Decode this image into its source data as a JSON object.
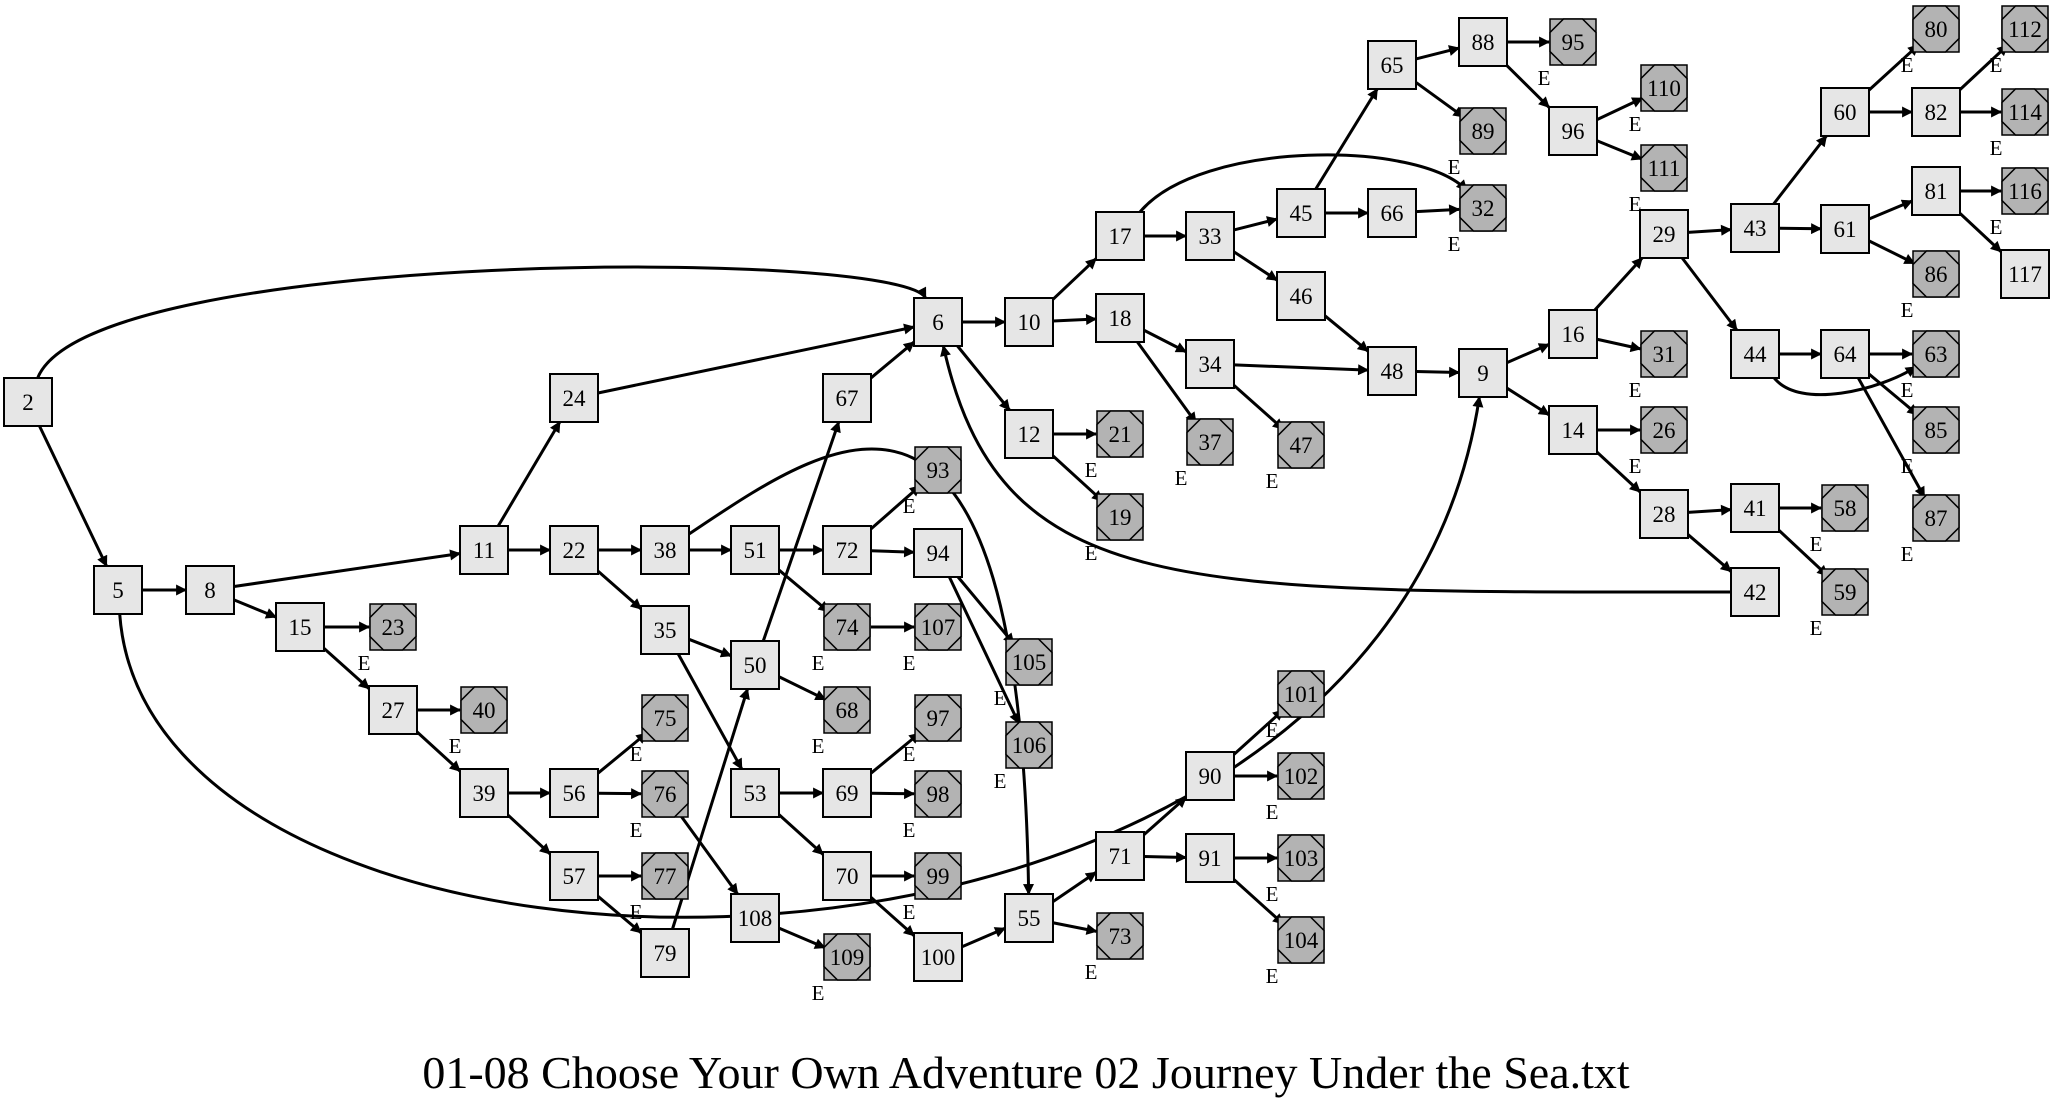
{
  "caption": "01-08 Choose Your Own Adventure 02 Journey Under the Sea.txt",
  "end_marker": "E",
  "colors": {
    "box_fill": "#e6e6e6",
    "ending_fill": "#b3b3b3",
    "stroke": "#000000",
    "background": "#ffffff"
  },
  "nodes": [
    {
      "id": "2",
      "shape": "box"
    },
    {
      "id": "5",
      "shape": "box"
    },
    {
      "id": "8",
      "shape": "box"
    },
    {
      "id": "15",
      "shape": "box"
    },
    {
      "id": "23",
      "shape": "ending"
    },
    {
      "id": "27",
      "shape": "box"
    },
    {
      "id": "40",
      "shape": "ending"
    },
    {
      "id": "39",
      "shape": "box"
    },
    {
      "id": "56",
      "shape": "box"
    },
    {
      "id": "57",
      "shape": "box"
    },
    {
      "id": "75",
      "shape": "ending"
    },
    {
      "id": "76",
      "shape": "ending"
    },
    {
      "id": "77",
      "shape": "ending"
    },
    {
      "id": "79",
      "shape": "box"
    },
    {
      "id": "11",
      "shape": "box"
    },
    {
      "id": "24",
      "shape": "box"
    },
    {
      "id": "22",
      "shape": "box"
    },
    {
      "id": "38",
      "shape": "box"
    },
    {
      "id": "35",
      "shape": "box"
    },
    {
      "id": "51",
      "shape": "box"
    },
    {
      "id": "50",
      "shape": "box"
    },
    {
      "id": "53",
      "shape": "box"
    },
    {
      "id": "72",
      "shape": "box"
    },
    {
      "id": "74",
      "shape": "ending"
    },
    {
      "id": "67",
      "shape": "box"
    },
    {
      "id": "68",
      "shape": "ending"
    },
    {
      "id": "69",
      "shape": "box"
    },
    {
      "id": "70",
      "shape": "box"
    },
    {
      "id": "108",
      "shape": "box"
    },
    {
      "id": "93",
      "shape": "ending"
    },
    {
      "id": "94",
      "shape": "box"
    },
    {
      "id": "107",
      "shape": "ending"
    },
    {
      "id": "97",
      "shape": "ending"
    },
    {
      "id": "98",
      "shape": "ending"
    },
    {
      "id": "99",
      "shape": "ending"
    },
    {
      "id": "100",
      "shape": "box"
    },
    {
      "id": "109",
      "shape": "ending"
    },
    {
      "id": "105",
      "shape": "ending"
    },
    {
      "id": "106",
      "shape": "ending"
    },
    {
      "id": "55",
      "shape": "box"
    },
    {
      "id": "6",
      "shape": "box"
    },
    {
      "id": "10",
      "shape": "box"
    },
    {
      "id": "12",
      "shape": "box"
    },
    {
      "id": "21",
      "shape": "ending"
    },
    {
      "id": "19",
      "shape": "ending"
    },
    {
      "id": "71",
      "shape": "box"
    },
    {
      "id": "73",
      "shape": "ending"
    },
    {
      "id": "17",
      "shape": "box"
    },
    {
      "id": "18",
      "shape": "box"
    },
    {
      "id": "33",
      "shape": "box"
    },
    {
      "id": "34",
      "shape": "box"
    },
    {
      "id": "37",
      "shape": "ending"
    },
    {
      "id": "45",
      "shape": "box"
    },
    {
      "id": "46",
      "shape": "box"
    },
    {
      "id": "47",
      "shape": "ending"
    },
    {
      "id": "90",
      "shape": "box"
    },
    {
      "id": "91",
      "shape": "box"
    },
    {
      "id": "65",
      "shape": "box"
    },
    {
      "id": "66",
      "shape": "box"
    },
    {
      "id": "48",
      "shape": "box"
    },
    {
      "id": "101",
      "shape": "ending"
    },
    {
      "id": "102",
      "shape": "ending"
    },
    {
      "id": "103",
      "shape": "ending"
    },
    {
      "id": "104",
      "shape": "ending"
    },
    {
      "id": "88",
      "shape": "box"
    },
    {
      "id": "89",
      "shape": "ending"
    },
    {
      "id": "32",
      "shape": "ending"
    },
    {
      "id": "9",
      "shape": "box"
    },
    {
      "id": "95",
      "shape": "ending"
    },
    {
      "id": "96",
      "shape": "box"
    },
    {
      "id": "16",
      "shape": "box"
    },
    {
      "id": "14",
      "shape": "box"
    },
    {
      "id": "110",
      "shape": "ending"
    },
    {
      "id": "111",
      "shape": "ending"
    },
    {
      "id": "29",
      "shape": "box"
    },
    {
      "id": "31",
      "shape": "ending"
    },
    {
      "id": "26",
      "shape": "ending"
    },
    {
      "id": "28",
      "shape": "box"
    },
    {
      "id": "43",
      "shape": "box"
    },
    {
      "id": "44",
      "shape": "box"
    },
    {
      "id": "41",
      "shape": "box"
    },
    {
      "id": "42",
      "shape": "box"
    },
    {
      "id": "60",
      "shape": "box"
    },
    {
      "id": "61",
      "shape": "box"
    },
    {
      "id": "64",
      "shape": "box"
    },
    {
      "id": "58",
      "shape": "ending"
    },
    {
      "id": "59",
      "shape": "ending"
    },
    {
      "id": "80",
      "shape": "ending"
    },
    {
      "id": "82",
      "shape": "box"
    },
    {
      "id": "81",
      "shape": "box"
    },
    {
      "id": "86",
      "shape": "ending"
    },
    {
      "id": "63",
      "shape": "ending"
    },
    {
      "id": "85",
      "shape": "ending"
    },
    {
      "id": "87",
      "shape": "ending"
    },
    {
      "id": "112",
      "shape": "ending"
    },
    {
      "id": "114",
      "shape": "ending"
    },
    {
      "id": "116",
      "shape": "ending"
    },
    {
      "id": "117",
      "shape": "box"
    }
  ],
  "edges": [
    [
      "2",
      "5"
    ],
    [
      "2",
      "6"
    ],
    [
      "5",
      "8"
    ],
    [
      "5",
      "9"
    ],
    [
      "8",
      "11"
    ],
    [
      "8",
      "15"
    ],
    [
      "15",
      "23"
    ],
    [
      "15",
      "27"
    ],
    [
      "27",
      "40"
    ],
    [
      "27",
      "39"
    ],
    [
      "39",
      "56"
    ],
    [
      "39",
      "57"
    ],
    [
      "56",
      "75"
    ],
    [
      "56",
      "76"
    ],
    [
      "57",
      "77"
    ],
    [
      "57",
      "79"
    ],
    [
      "76",
      "108"
    ],
    [
      "79",
      "50"
    ],
    [
      "11",
      "24"
    ],
    [
      "11",
      "22"
    ],
    [
      "24",
      "6"
    ],
    [
      "22",
      "38"
    ],
    [
      "22",
      "35"
    ],
    [
      "38",
      "51"
    ],
    [
      "38",
      "55"
    ],
    [
      "35",
      "50"
    ],
    [
      "35",
      "53"
    ],
    [
      "51",
      "72"
    ],
    [
      "51",
      "74"
    ],
    [
      "50",
      "67"
    ],
    [
      "50",
      "68"
    ],
    [
      "53",
      "69"
    ],
    [
      "53",
      "70"
    ],
    [
      "72",
      "93"
    ],
    [
      "72",
      "94"
    ],
    [
      "74",
      "107"
    ],
    [
      "67",
      "6"
    ],
    [
      "69",
      "97"
    ],
    [
      "69",
      "98"
    ],
    [
      "70",
      "99"
    ],
    [
      "70",
      "100"
    ],
    [
      "108",
      "109"
    ],
    [
      "94",
      "105"
    ],
    [
      "94",
      "106"
    ],
    [
      "100",
      "55"
    ],
    [
      "6",
      "10"
    ],
    [
      "6",
      "12"
    ],
    [
      "12",
      "21"
    ],
    [
      "12",
      "19"
    ],
    [
      "55",
      "71"
    ],
    [
      "55",
      "73"
    ],
    [
      "10",
      "17"
    ],
    [
      "10",
      "18"
    ],
    [
      "17",
      "33"
    ],
    [
      "17",
      "32"
    ],
    [
      "18",
      "34"
    ],
    [
      "18",
      "37"
    ],
    [
      "33",
      "45"
    ],
    [
      "33",
      "46"
    ],
    [
      "34",
      "48"
    ],
    [
      "34",
      "47"
    ],
    [
      "71",
      "90"
    ],
    [
      "71",
      "91"
    ],
    [
      "45",
      "65"
    ],
    [
      "45",
      "66"
    ],
    [
      "46",
      "48"
    ],
    [
      "90",
      "101"
    ],
    [
      "90",
      "102"
    ],
    [
      "91",
      "103"
    ],
    [
      "91",
      "104"
    ],
    [
      "65",
      "88"
    ],
    [
      "65",
      "89"
    ],
    [
      "66",
      "32"
    ],
    [
      "48",
      "9"
    ],
    [
      "88",
      "95"
    ],
    [
      "88",
      "96"
    ],
    [
      "9",
      "16"
    ],
    [
      "9",
      "14"
    ],
    [
      "96",
      "110"
    ],
    [
      "96",
      "111"
    ],
    [
      "16",
      "29"
    ],
    [
      "16",
      "31"
    ],
    [
      "14",
      "26"
    ],
    [
      "14",
      "28"
    ],
    [
      "29",
      "43"
    ],
    [
      "29",
      "44"
    ],
    [
      "28",
      "41"
    ],
    [
      "28",
      "42"
    ],
    [
      "42",
      "6"
    ],
    [
      "43",
      "60"
    ],
    [
      "43",
      "61"
    ],
    [
      "44",
      "64"
    ],
    [
      "44",
      "63"
    ],
    [
      "41",
      "58"
    ],
    [
      "41",
      "59"
    ],
    [
      "60",
      "80"
    ],
    [
      "60",
      "82"
    ],
    [
      "61",
      "81"
    ],
    [
      "61",
      "86"
    ],
    [
      "64",
      "63"
    ],
    [
      "64",
      "85"
    ],
    [
      "64",
      "87"
    ],
    [
      "82",
      "112"
    ],
    [
      "82",
      "114"
    ],
    [
      "81",
      "116"
    ],
    [
      "81",
      "117"
    ]
  ]
}
